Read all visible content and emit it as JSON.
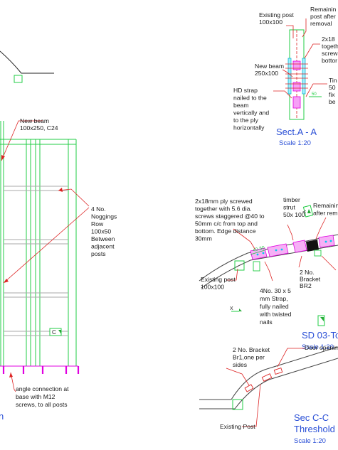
{
  "colors": {
    "green": "#22cc44",
    "magenta": "#e000e0",
    "red": "#dd2222",
    "blue_title": "#2a4fd6",
    "cyan": "#00aacc",
    "ink": "#1a1a1a"
  },
  "elevation": {
    "new_beam": [
      "New beam",
      "100x250, C24"
    ],
    "noggings": [
      "4 No.",
      "Noggings",
      "Row",
      "100x50",
      "Between",
      "adjacent",
      "posts"
    ],
    "angle_connection": [
      "angle connection at",
      "base with M12",
      "screws, to all posts"
    ],
    "title_fragment": "n",
    "section_marker": "C"
  },
  "section_a": {
    "existing_post": [
      "Existing post",
      "100x100"
    ],
    "remaining_post": [
      "Remainin",
      "post after",
      "removal"
    ],
    "ply_note": [
      "2x18",
      "togeth",
      "screw",
      "bottor"
    ],
    "new_beam": [
      "New beam",
      "250x100"
    ],
    "hd_strap": [
      "HD strap",
      "nailed to the",
      "beam",
      "vertically and",
      "to the ply",
      "horizontally"
    ],
    "timber_note": [
      "Tin",
      "50",
      "fix",
      "be"
    ],
    "title": "Sect.A - A",
    "scale": "Scale 1:20"
  },
  "sd03": {
    "ply_note": [
      "2x18mm ply screwed",
      "together with 5.6 dia.",
      "screws  staggered @40 to",
      "50mm c/c from top and",
      "bottom. Edge distance",
      "30mm"
    ],
    "timber_strut": [
      "timber",
      "strut",
      "50x 100"
    ],
    "remaining": [
      "Remainin",
      "after rem"
    ],
    "existing_post": [
      "Existing post",
      "100x100"
    ],
    "strap": [
      "4No. 30 x 5",
      "mm Strap,",
      "fully nailed",
      "with twisted",
      "nails"
    ],
    "bracket": [
      "2 No.",
      "Bracket",
      "BR2"
    ],
    "dimension": "40-50",
    "marker_a": "A",
    "marker_x": "X",
    "title": "SD 03-To",
    "scale": "Scale 1:20"
  },
  "sec_cc": {
    "bracket": [
      "2 No. Bracket",
      "Br1,one per",
      "sides"
    ],
    "door_opening": "Door openin",
    "existing_post": "Existing Post",
    "title": [
      "Sec C-C",
      "Threshold"
    ],
    "scale": "Scale 1:20"
  }
}
